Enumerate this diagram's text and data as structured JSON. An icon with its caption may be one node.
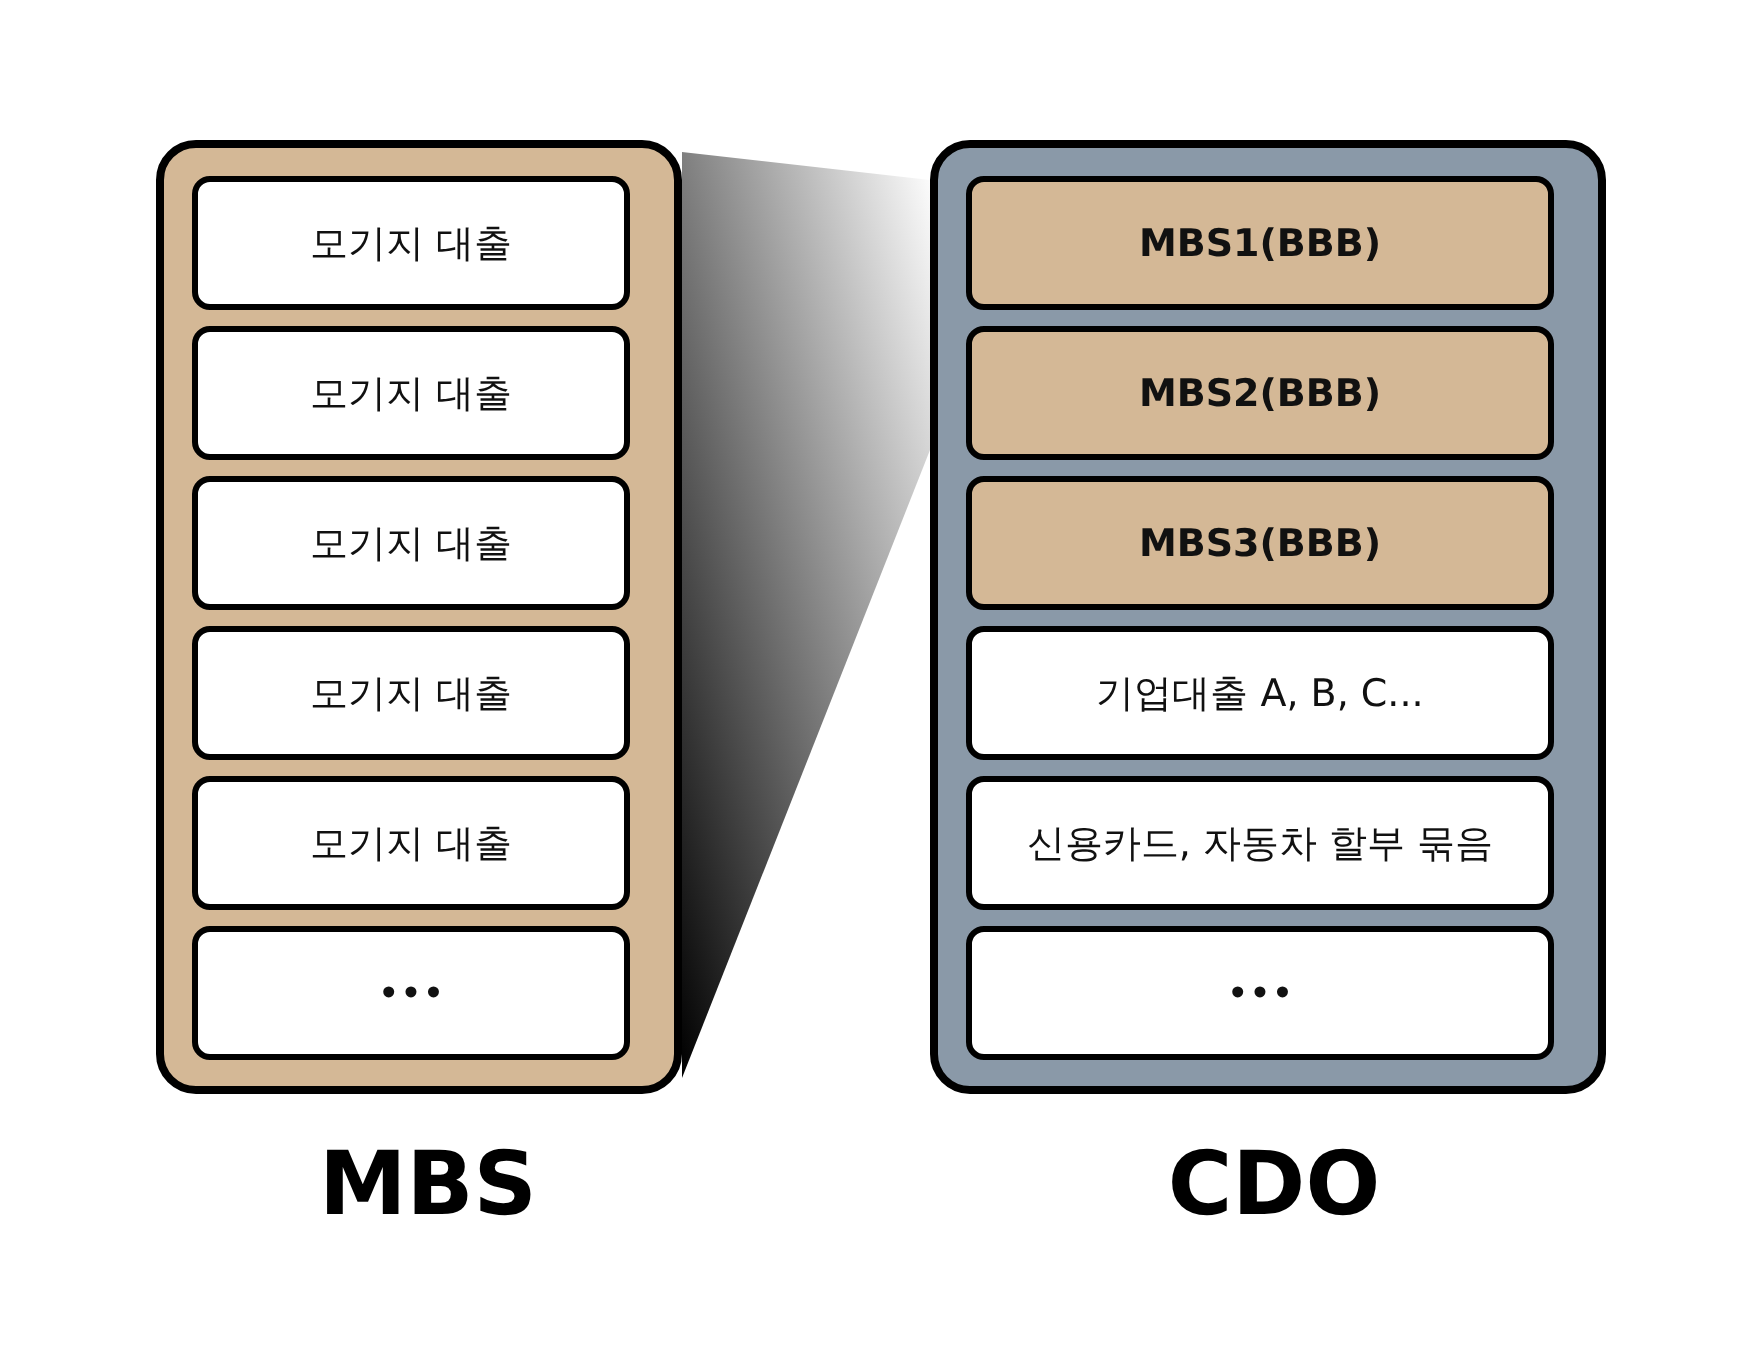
{
  "diagram": {
    "nodes": [
      {
        "text": [
          "MBS"
        ]
      },
      {
        "text": [
          "모기지 대출"
        ],
        "in": 0
      },
      {
        "text": [
          "모기지 대출"
        ],
        "in": 0
      },
      {
        "text": [
          "모기지 대출"
        ],
        "in": 0
      },
      {
        "text": [
          "모기지 대출"
        ],
        "in": 0
      },
      {
        "text": [
          "모기지 대출"
        ],
        "in": 0
      },
      {
        "text": [
          "•••"
        ],
        "in": 0
      },
      {
        "text": [
          "CDO"
        ]
      },
      {
        "text": [
          "MBS1(BBB)"
        ],
        "in": 7
      },
      {
        "text": [
          "MBS2(BBB)"
        ],
        "in": 7
      },
      {
        "text": [
          "MBS3(BBB)"
        ],
        "in": 7
      },
      {
        "text": [
          "기업대출 A, B, C..."
        ],
        "in": 7
      },
      {
        "text": [
          "신용카드, 자동차 할부 묶음"
        ],
        "in": 7
      },
      {
        "text": [
          "•••"
        ],
        "in": 7
      }
    ],
    "edges": [
      {
        "from": 0,
        "to": 7,
        "arrow": "none"
      }
    ]
  }
}
